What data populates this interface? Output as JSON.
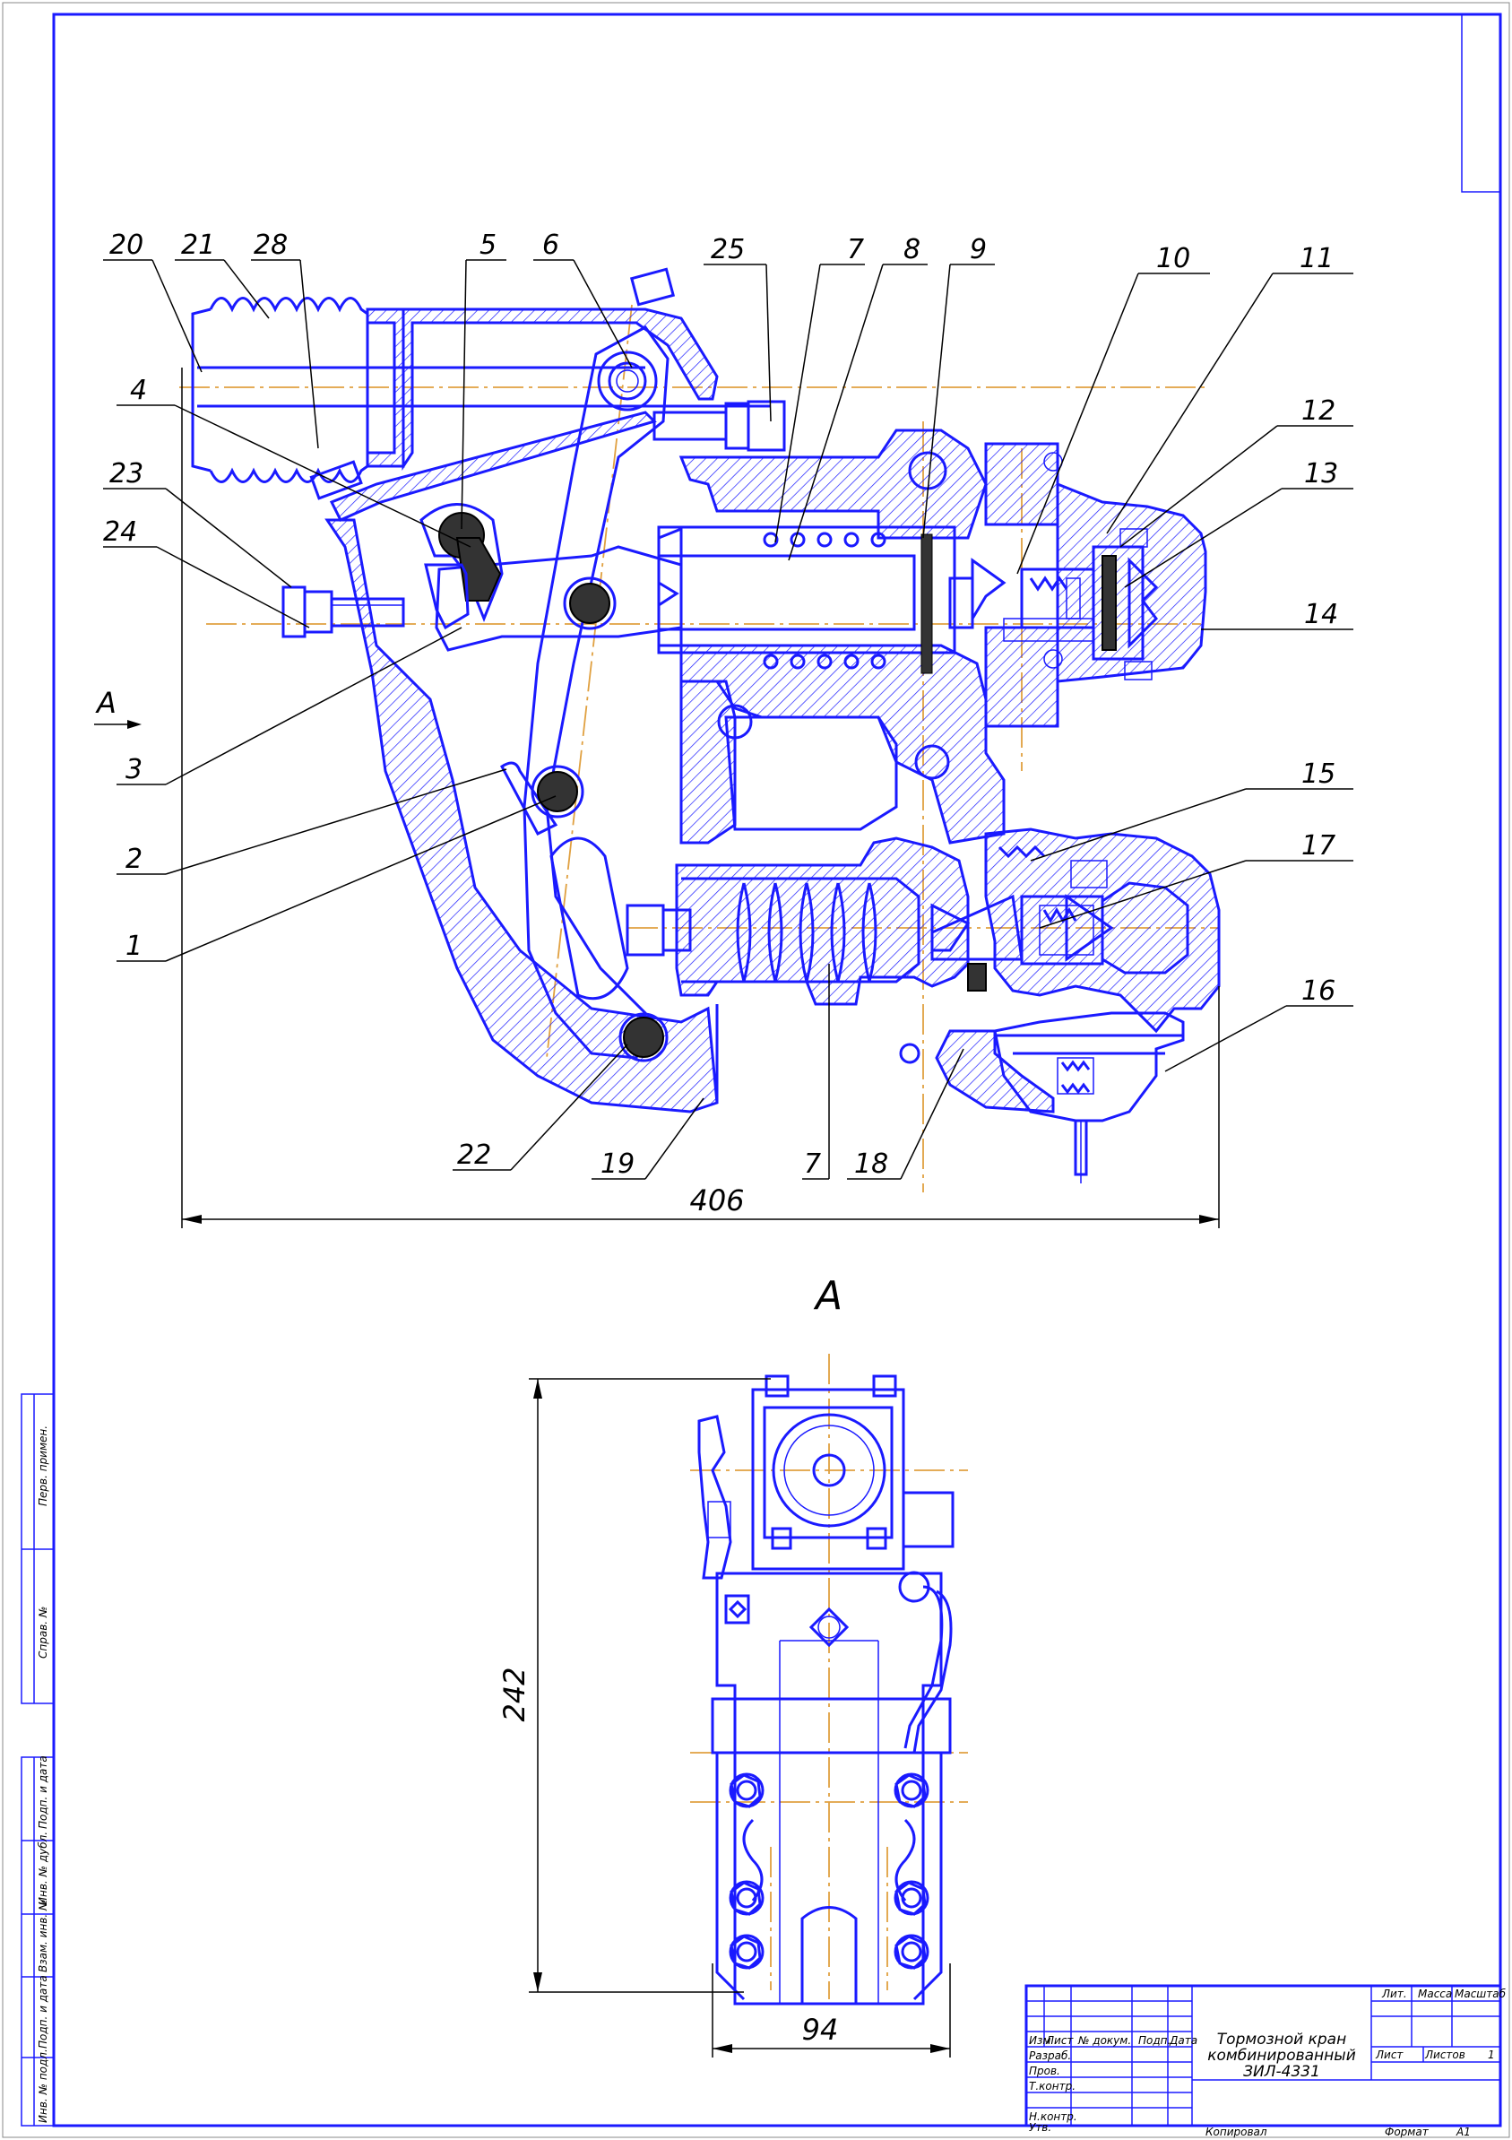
{
  "section_view": {
    "view_marker": "А",
    "dimension_width": "406",
    "callouts": [
      "20",
      "21",
      "28",
      "5",
      "6",
      "25",
      "7",
      "8",
      "9",
      "10",
      "11",
      "12",
      "13",
      "14",
      "4",
      "23",
      "24",
      "3",
      "2",
      "1",
      "15",
      "17",
      "16",
      "22",
      "19",
      "7",
      "18"
    ]
  },
  "view_a": {
    "title": "А",
    "dimension_height": "242",
    "dimension_width": "94"
  },
  "title_block": {
    "title_line1": "Тормозной кран",
    "title_line2": "комбинированный",
    "title_line3": "ЗИЛ-4331",
    "col_izm": "Изм",
    "col_list": "Лист",
    "col_doc": "№ докум.",
    "col_sign": "Подп.",
    "col_date": "Дата",
    "row_razrab": "Разраб.",
    "row_prov": "Пров.",
    "row_tkontr": "Т.контр.",
    "row_nkontr": "Н.контр.",
    "row_utv": "Утв.",
    "lit": "Лит.",
    "massa": "Масса",
    "masshtab": "Масштаб",
    "list_label": "Лист",
    "listov_label": "Листов",
    "listov_value": "1",
    "kopiroval": "Копировал",
    "format_label": "Формат",
    "format_value": "А1"
  },
  "side_stamps": [
    "Перв. примен.",
    "Справ. №",
    "Подп. и дата",
    "Инв. № дубл.",
    "Взам. инв. №",
    "Подп. и дата",
    "Инв. № подл."
  ]
}
